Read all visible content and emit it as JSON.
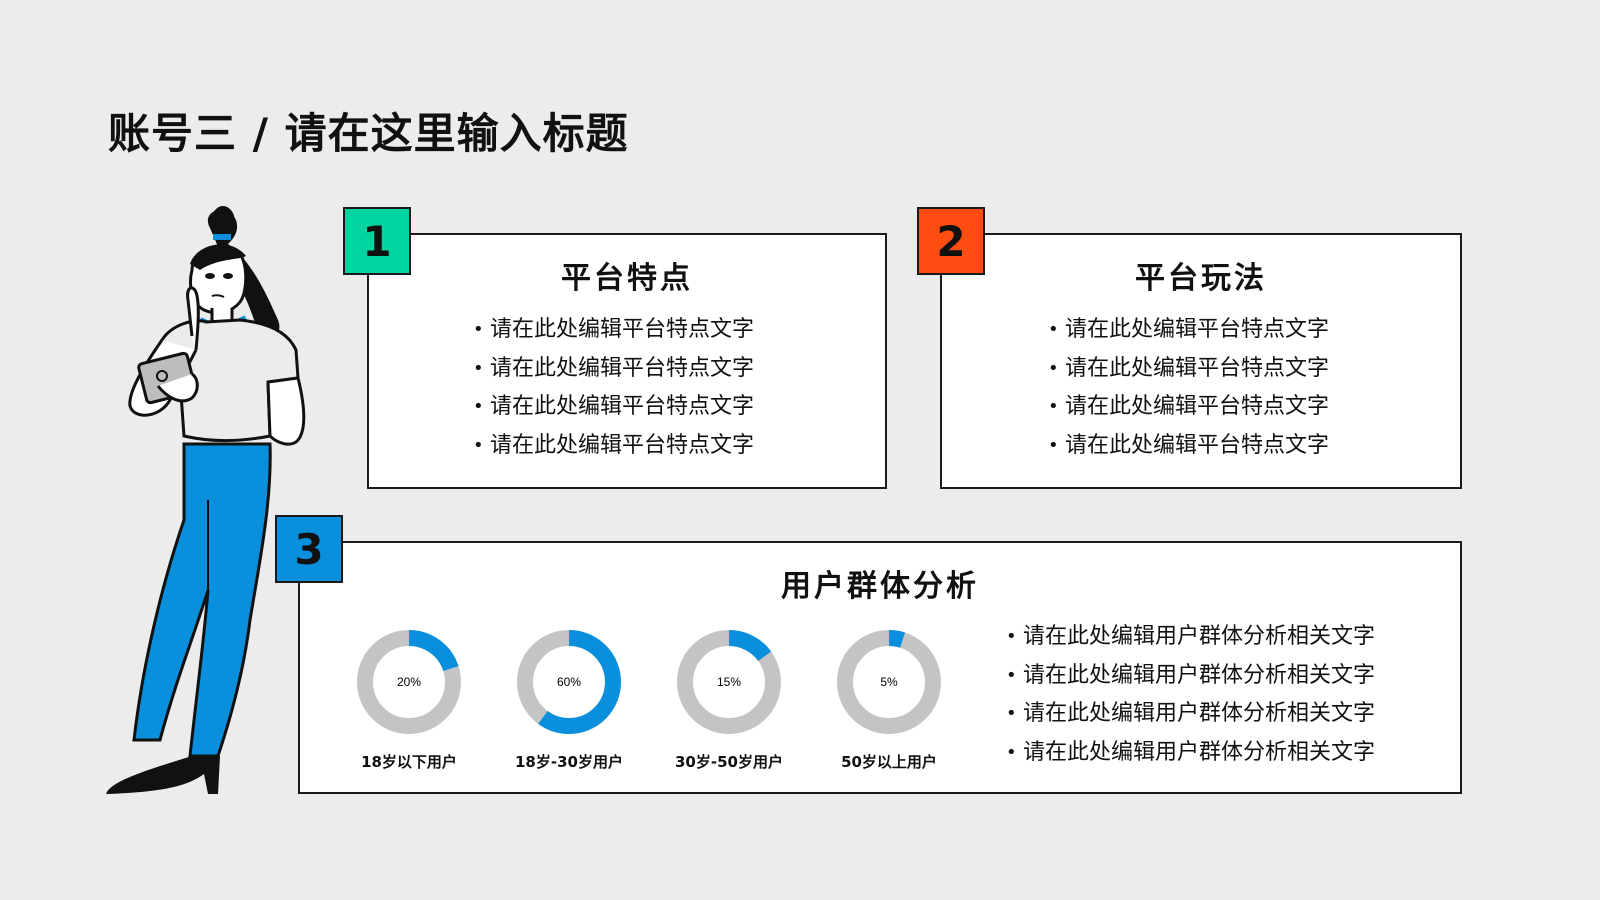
{
  "page": {
    "title": "账号三 / 请在这里输入标题"
  },
  "colors": {
    "badge1": "#00d4a0",
    "badge2": "#ff4d12",
    "badge3": "#0a8fdc",
    "donut_fill": "#0a8fdc",
    "donut_track": "#c4c4c4"
  },
  "card1": {
    "number": "1",
    "title": "平台特点",
    "items": [
      "请在此处编辑平台特点文字",
      "请在此处编辑平台特点文字",
      "请在此处编辑平台特点文字",
      "请在此处编辑平台特点文字"
    ]
  },
  "card2": {
    "number": "2",
    "title": "平台玩法",
    "items": [
      "请在此处编辑平台特点文字",
      "请在此处编辑平台特点文字",
      "请在此处编辑平台特点文字",
      "请在此处编辑平台特点文字"
    ]
  },
  "card3": {
    "number": "3",
    "title": "用户群体分析",
    "items": [
      "请在此处编辑用户群体分析相关文字",
      "请在此处编辑用户群体分析相关文字",
      "请在此处编辑用户群体分析相关文字",
      "请在此处编辑用户群体分析相关文字"
    ],
    "donuts": [
      {
        "percent": 20,
        "label_text": "20%",
        "caption": "18岁以下用户"
      },
      {
        "percent": 60,
        "label_text": "60%",
        "caption": "18岁-30岁用户"
      },
      {
        "percent": 15,
        "label_text": "15%",
        "caption": "30岁-50岁用户"
      },
      {
        "percent": 5,
        "label_text": "5%",
        "caption": "50岁以上用户"
      }
    ]
  },
  "illustration": {
    "icon": "woman-with-phone-illustration"
  }
}
